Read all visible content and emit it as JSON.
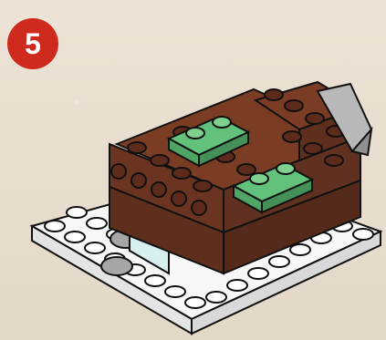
{
  "step": {
    "number": "5"
  },
  "colors": {
    "background": "#e9dfd0",
    "badge": "#cf2a1e",
    "brick_brown": "#6b3420",
    "plate_white": "#f7f7f7",
    "plate_green": "#5bbf74",
    "tile_gray": "#a9a9a9",
    "window_light_blue": "#d8efef"
  },
  "icons": {
    "badge": "step-number-badge",
    "model": "lego-build-illustration"
  }
}
